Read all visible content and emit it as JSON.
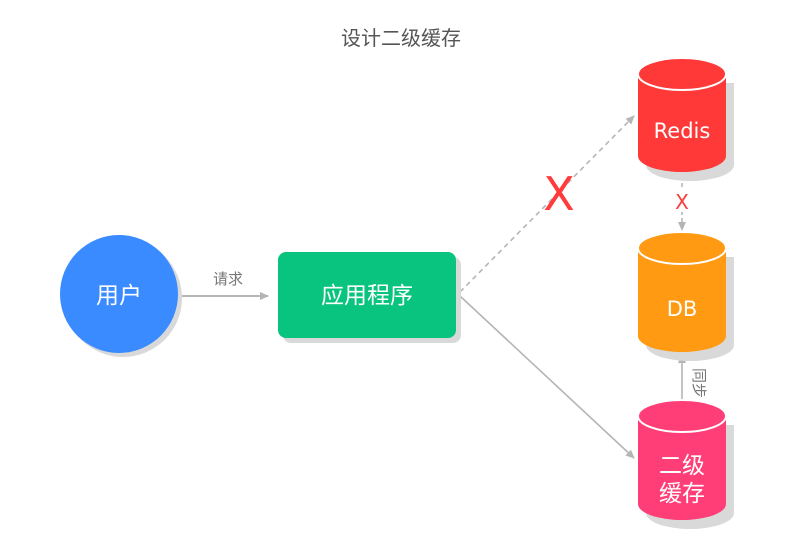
{
  "title": "设计二级缓存",
  "colors": {
    "user": "#3a8bff",
    "app": "#09c47e",
    "redis": "#ff3838",
    "db": "#ff9a12",
    "l2cache": "#ff3d77",
    "shadow": "#d9d9d9",
    "arrow": "#b5b5b5",
    "cross": "#ff3b3b"
  },
  "nodes": {
    "user": "用户",
    "app": "应用程序",
    "redis": "Redis",
    "db": "DB",
    "l2cache_line1": "二级",
    "l2cache_line2": "缓存"
  },
  "edges": {
    "request": "请求",
    "sync": "同步",
    "blocked_mark": "X",
    "blocked_mark_small": "X"
  }
}
